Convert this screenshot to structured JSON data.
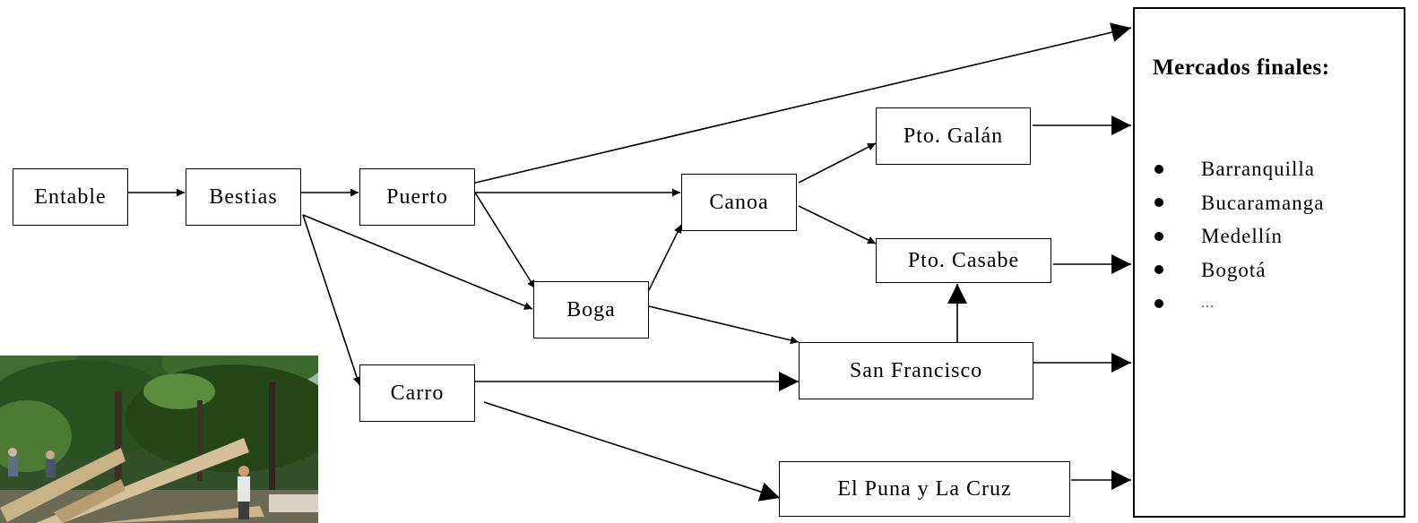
{
  "nodes": {
    "entable": "Entable",
    "bestias": "Bestias",
    "puerto": "Puerto",
    "carro": "Carro",
    "boga": "Boga",
    "canoa": "Canoa",
    "pto_galan": "Pto. Galán",
    "pto_casabe": "Pto. Casabe",
    "san_francisco": "San Francisco",
    "el_puna": "El Puna y La Cruz"
  },
  "markets": {
    "title": "Mercados finales:",
    "items": [
      "Barranquilla",
      "Bucaramanga",
      "Medellín",
      "Bogotá",
      "..."
    ]
  },
  "edges": [
    [
      "entable",
      "bestias"
    ],
    [
      "bestias",
      "puerto"
    ],
    [
      "bestias",
      "boga"
    ],
    [
      "bestias",
      "carro"
    ],
    [
      "puerto",
      "canoa"
    ],
    [
      "puerto",
      "boga"
    ],
    [
      "puerto",
      "mercados"
    ],
    [
      "boga",
      "canoa"
    ],
    [
      "boga",
      "san_francisco"
    ],
    [
      "canoa",
      "pto_galan"
    ],
    [
      "canoa",
      "pto_casabe"
    ],
    [
      "san_francisco",
      "pto_casabe"
    ],
    [
      "carro",
      "san_francisco"
    ],
    [
      "carro",
      "el_puna"
    ],
    [
      "pto_galan",
      "mercados"
    ],
    [
      "pto_casabe",
      "mercados"
    ],
    [
      "san_francisco",
      "mercados"
    ],
    [
      "el_puna",
      "mercados"
    ]
  ],
  "photo": {
    "description_icon": "timber-loading-photo"
  },
  "colors": {
    "line": "#000000",
    "background": "#ffffff"
  }
}
